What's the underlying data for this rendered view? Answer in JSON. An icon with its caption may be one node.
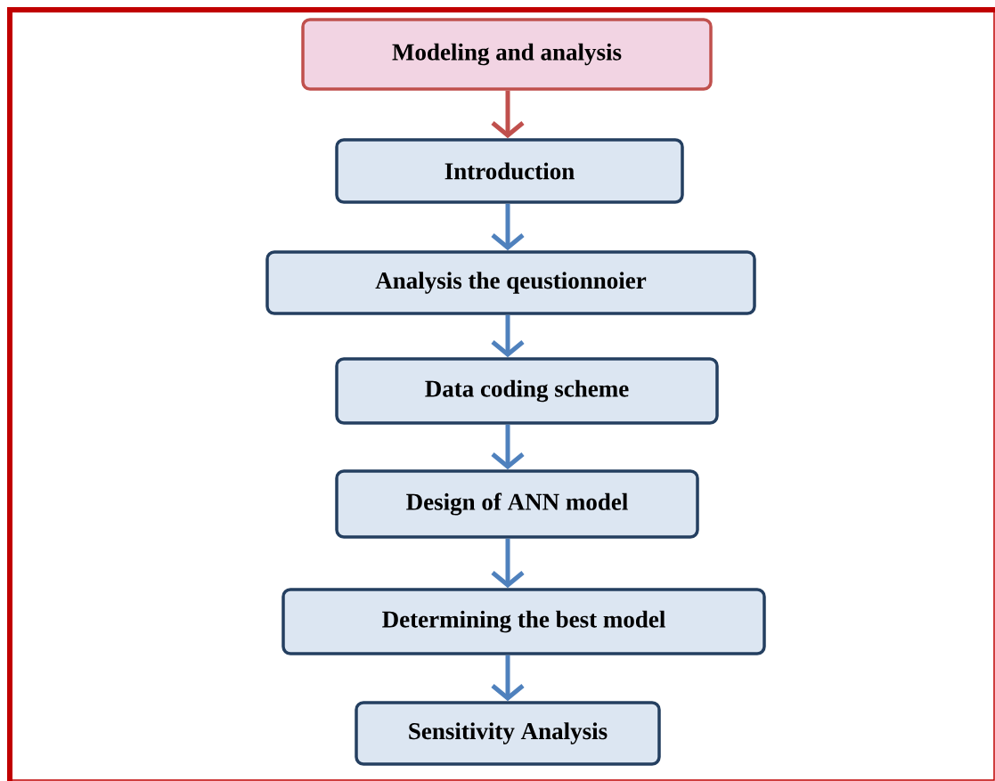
{
  "diagram": {
    "nodes": [
      {
        "text": [
          "Modeling and analysis"
        ]
      },
      {
        "text": [
          "Introduction"
        ]
      },
      {
        "text": [
          "Analysis the qeustionnoier"
        ]
      },
      {
        "text": [
          "Data coding scheme"
        ]
      },
      {
        "text": [
          "Design of ANN model"
        ]
      },
      {
        "text": [
          "Determining the best model"
        ]
      },
      {
        "text": [
          "Sensitivity Analysis"
        ]
      }
    ],
    "edges": [
      {
        "from": 0,
        "to": 1,
        "arrow": "to",
        "color": "#c0504d"
      },
      {
        "from": 1,
        "to": 2,
        "arrow": "to"
      },
      {
        "from": 2,
        "to": 3,
        "arrow": "to"
      },
      {
        "from": 3,
        "to": 4,
        "arrow": "to"
      },
      {
        "from": 4,
        "to": 5,
        "arrow": "to"
      },
      {
        "from": 5,
        "to": 6,
        "arrow": "to"
      }
    ]
  }
}
